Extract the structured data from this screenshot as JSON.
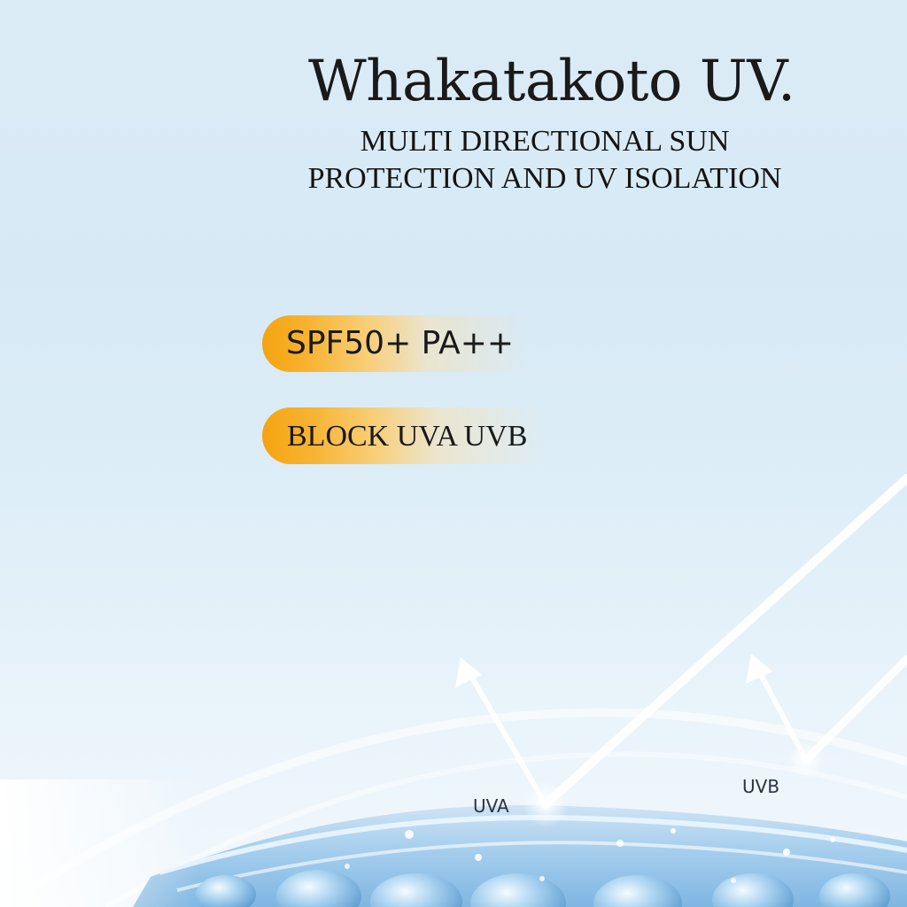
{
  "header": {
    "brand": "Whakatakoto UV.",
    "tagline_line1": "MULTI DIRECTIONAL SUN",
    "tagline_line2": "PROTECTION AND UV ISOLATION"
  },
  "badges": [
    {
      "label": "SPF50+ PA++"
    },
    {
      "label": "BLOCK UVA UVB"
    }
  ],
  "illustration": {
    "ray_labels": [
      "UVA",
      "UVB"
    ],
    "icons": [
      "uv-ray-arrow-icon",
      "water-droplet-icon"
    ]
  },
  "colors": {
    "background": "#d9eaf5",
    "badge_accent": "#f5a410",
    "text": "#1a1a1a",
    "water": "#9ec8e8"
  }
}
